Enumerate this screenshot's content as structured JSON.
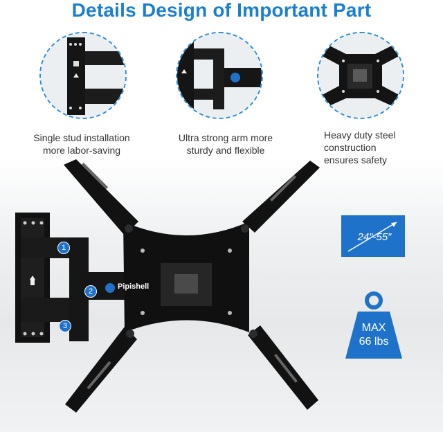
{
  "title": "Details Design of Important Part",
  "features": [
    {
      "icon": "wall-plate-detail",
      "lines": [
        "Single stud installation",
        "more labor-saving"
      ]
    },
    {
      "icon": "arm-detail",
      "lines": [
        "Ultra strong arm more",
        "sturdy and flexible"
      ]
    },
    {
      "icon": "steel-plate-detail",
      "lines": [
        "Heavy duty steel",
        "construction",
        "ensures safety"
      ]
    }
  ],
  "size_badge": "24″-55″",
  "weight_badge": {
    "line1": "MAX",
    "line2": "66 lbs"
  },
  "brand": "Pipishell",
  "arm_numbers": [
    "1",
    "2",
    "3"
  ],
  "colors": {
    "accent": "#1a7fd1",
    "badge": "#1f72c9",
    "steel": "#111111"
  }
}
